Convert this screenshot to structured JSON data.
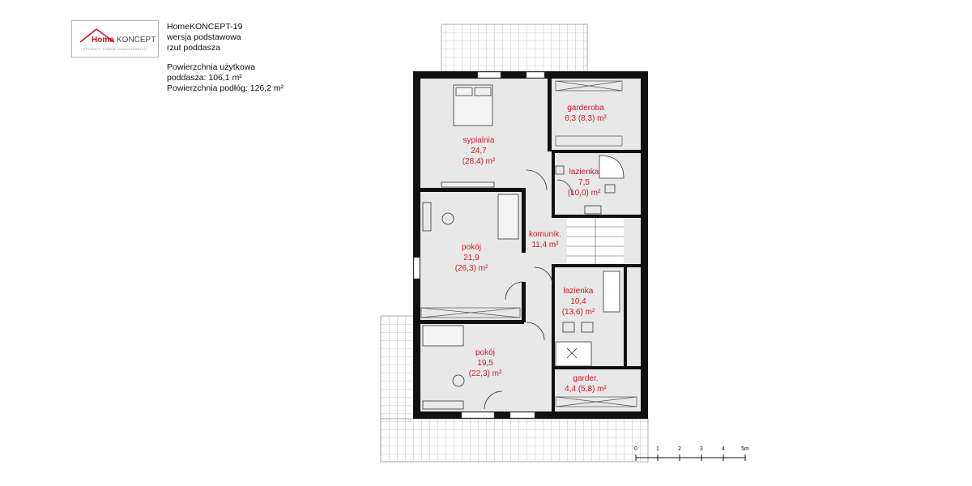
{
  "logo": {
    "home": "Home",
    "koncept": "KONCEPT",
    "tagline": "PROJEKTY DOMÓW NOWOCZESNYCH"
  },
  "header": {
    "project": "HomeKONCEPT-19",
    "variant": "wersja podstawowa",
    "view": "rzut poddasza",
    "area_title": "Powierzchnia użytkowa",
    "attic_area": "poddasza: 106,1 m²",
    "floor_area": "Powierzchnia podłóg: 126,2 m²"
  },
  "rooms": [
    {
      "id": "sypialnia",
      "lines": [
        "sypialnia",
        "24,7",
        "(28,4) m²"
      ]
    },
    {
      "id": "garderoba",
      "lines": [
        "garderoba",
        "6,3 (8,3) m²"
      ]
    },
    {
      "id": "lazienka-1",
      "lines": [
        "łazienka",
        "7,5",
        "(10,0) m²"
      ]
    },
    {
      "id": "pokoj-1",
      "lines": [
        "pokój",
        "21,9",
        "(26,3) m²"
      ]
    },
    {
      "id": "komunikacja",
      "lines": [
        "komunik.",
        "11,4 m²"
      ]
    },
    {
      "id": "lazienka-2",
      "lines": [
        "łazienka",
        "10,4",
        "(13,6) m²"
      ]
    },
    {
      "id": "pokoj-2",
      "lines": [
        "pokój",
        "19,5",
        "(22,3) m²"
      ]
    },
    {
      "id": "garderoba-2",
      "lines": [
        "garder.",
        "4,4 (5,8) m²"
      ]
    }
  ],
  "scale": {
    "labels": [
      "0",
      "1",
      "2",
      "3",
      "4",
      "5m"
    ]
  },
  "colors": {
    "wall": "#111111",
    "floor": "#e8e8e8",
    "label": "#d11a22",
    "grid": "#9a9a9a"
  }
}
